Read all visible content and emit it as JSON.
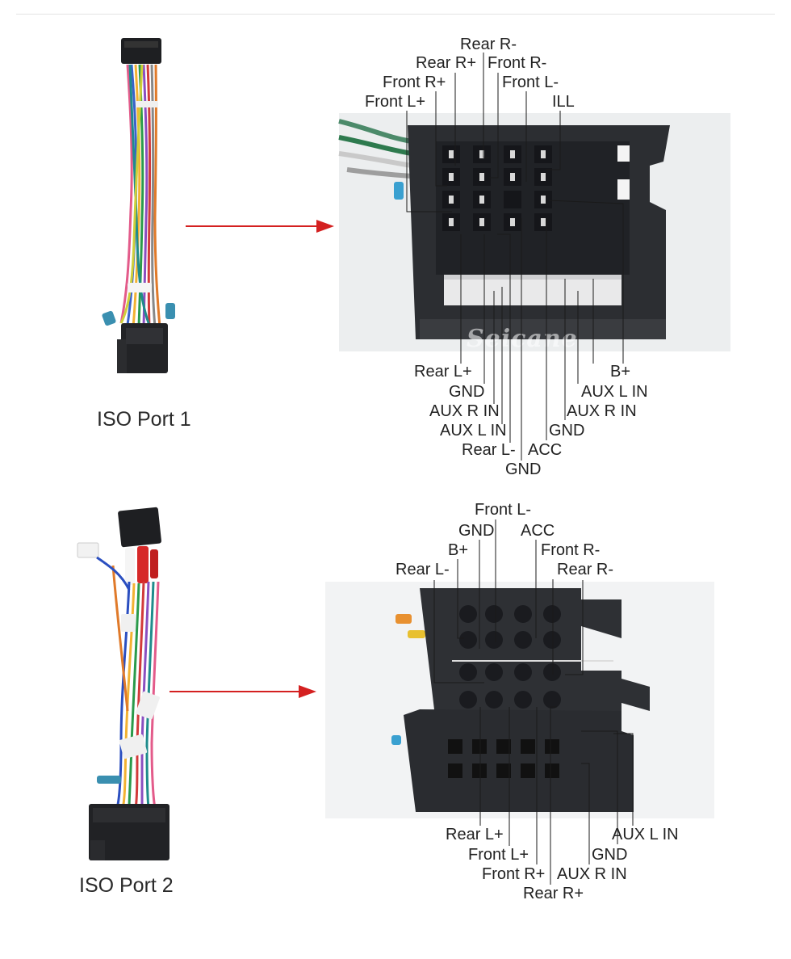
{
  "port1": {
    "title": "ISO Port 1",
    "watermark": "Seicane",
    "pins": {
      "rear_r_minus": "Rear R-",
      "rear_r_plus": "Rear R+",
      "front_r_minus": "Front R-",
      "front_r_plus": "Front R+",
      "front_l_minus": "Front L-",
      "front_l_plus": "Front L+",
      "ill": "ILL",
      "rear_l_plus": "Rear L+",
      "gnd_a": "GND",
      "aux_r_in_a": "AUX R IN",
      "aux_l_in_a": "AUX L IN",
      "rear_l_minus": "Rear L-",
      "acc": "ACC",
      "gnd_b": "GND",
      "gnd_c": "GND",
      "b_plus": "B+",
      "aux_l_in_b": "AUX L IN",
      "aux_r_in_b": "AUX R IN"
    }
  },
  "port2": {
    "title": "ISO Port 2",
    "pins": {
      "front_l_minus": "Front L-",
      "gnd_top": "GND",
      "acc": "ACC",
      "b_plus": "B+",
      "front_r_minus": "Front R-",
      "rear_l_minus": "Rear L-",
      "rear_r_minus": "Rear R-",
      "rear_l_plus": "Rear L+",
      "aux_l_in": "AUX L IN",
      "front_l_plus": "Front L+",
      "gnd_bottom": "GND",
      "front_r_plus": "Front R+",
      "aux_r_in": "AUX R IN",
      "rear_r_plus": "Rear R+"
    }
  },
  "colors": {
    "arrow": "#d42020",
    "connector": "#2a2c30",
    "connector_light": "#4a4d52",
    "leader": "#1a1a1a"
  }
}
